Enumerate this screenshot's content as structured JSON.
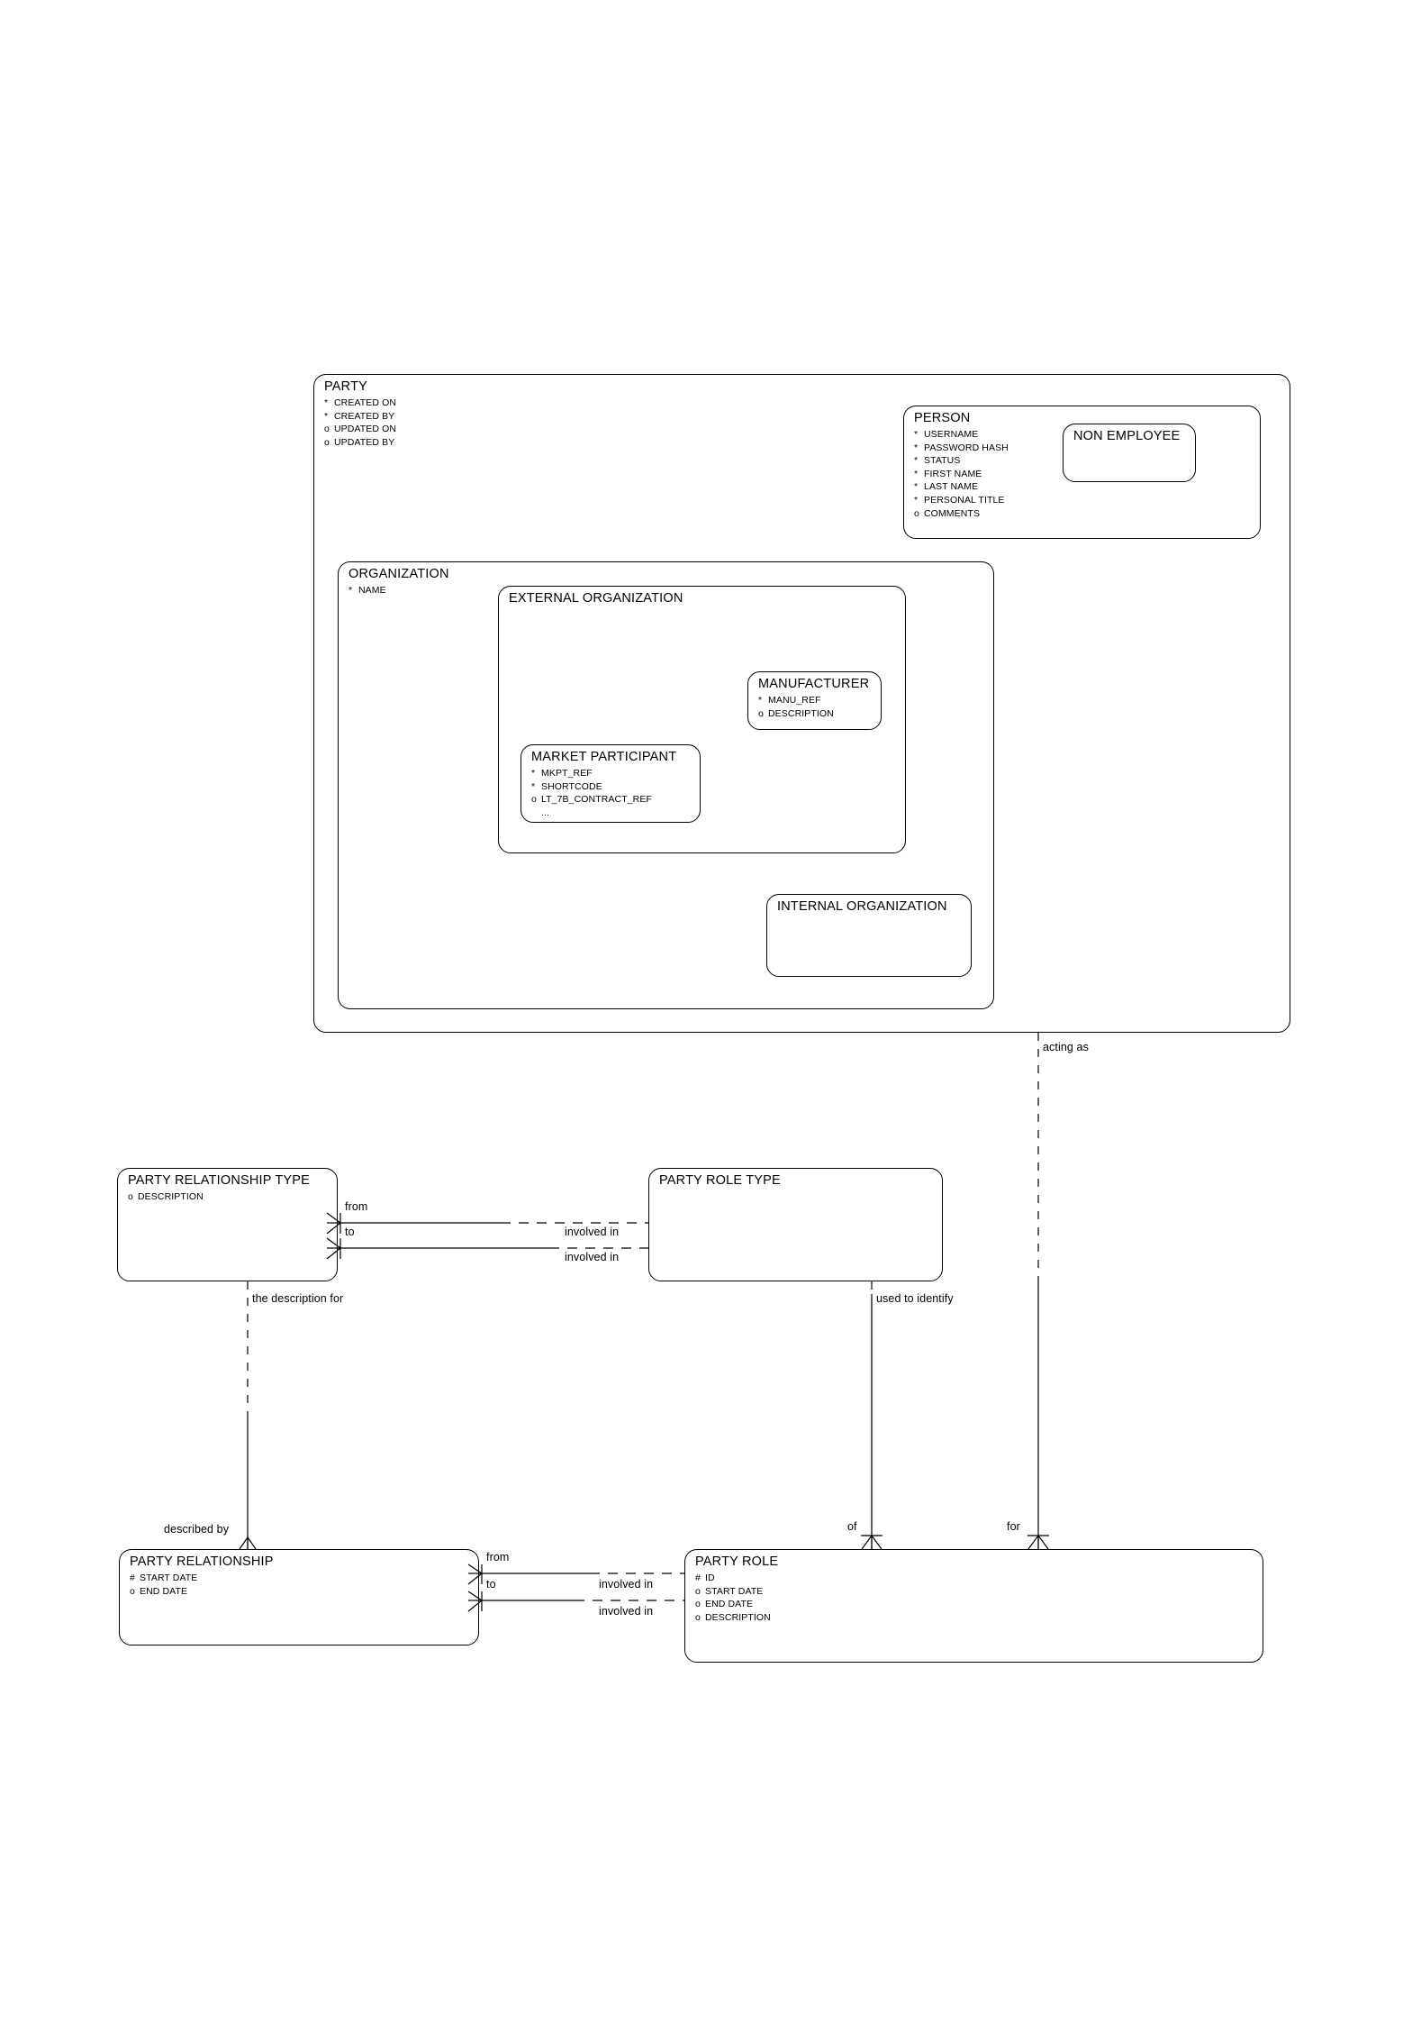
{
  "diagram": {
    "notation": "barker-er",
    "entities": [
      {
        "id": "party",
        "title": "PARTY",
        "attributes": [
          {
            "marker": "*",
            "name": "CREATED ON"
          },
          {
            "marker": "*",
            "name": "CREATED BY"
          },
          {
            "marker": "o",
            "name": "UPDATED ON"
          },
          {
            "marker": "o",
            "name": "UPDATED BY"
          }
        ]
      },
      {
        "id": "person",
        "title": "PERSON",
        "attributes": [
          {
            "marker": "*",
            "name": "USERNAME"
          },
          {
            "marker": "*",
            "name": "PASSWORD HASH"
          },
          {
            "marker": "*",
            "name": "STATUS"
          },
          {
            "marker": "*",
            "name": "FIRST NAME"
          },
          {
            "marker": "*",
            "name": "LAST NAME"
          },
          {
            "marker": "*",
            "name": "PERSONAL TITLE"
          },
          {
            "marker": "o",
            "name": "COMMENTS"
          }
        ]
      },
      {
        "id": "non-employee",
        "title": "NON EMPLOYEE",
        "attributes": []
      },
      {
        "id": "organization",
        "title": "ORGANIZATION",
        "attributes": [
          {
            "marker": "*",
            "name": "NAME"
          }
        ]
      },
      {
        "id": "external-organization",
        "title": "EXTERNAL ORGANIZATION",
        "attributes": []
      },
      {
        "id": "manufacturer",
        "title": "MANUFACTURER",
        "attributes": [
          {
            "marker": "*",
            "name": "MANU_REF"
          },
          {
            "marker": "o",
            "name": "DESCRIPTION"
          }
        ]
      },
      {
        "id": "market-participant",
        "title": "MARKET PARTICIPANT",
        "attributes": [
          {
            "marker": "*",
            "name": "MKPT_REF"
          },
          {
            "marker": "*",
            "name": "SHORTCODE"
          },
          {
            "marker": "o",
            "name": "LT_7B_CONTRACT_REF"
          },
          {
            "marker": "",
            "name": "..."
          }
        ]
      },
      {
        "id": "internal-organization",
        "title": "INTERNAL ORGANIZATION",
        "attributes": []
      },
      {
        "id": "party-relationship-type",
        "title": "PARTY RELATIONSHIP TYPE",
        "attributes": [
          {
            "marker": "o",
            "name": "DESCRIPTION"
          }
        ]
      },
      {
        "id": "party-role-type",
        "title": "PARTY ROLE TYPE",
        "attributes": []
      },
      {
        "id": "party-relationship",
        "title": "PARTY RELATIONSHIP",
        "attributes": [
          {
            "marker": "#",
            "name": "START DATE"
          },
          {
            "marker": "o",
            "name": "END DATE"
          }
        ]
      },
      {
        "id": "party-role",
        "title": "PARTY ROLE",
        "attributes": [
          {
            "marker": "#",
            "name": "ID"
          },
          {
            "marker": "o",
            "name": "START DATE"
          },
          {
            "marker": "o",
            "name": "END DATE"
          },
          {
            "marker": "o",
            "name": "DESCRIPTION"
          }
        ]
      }
    ],
    "relationship_labels": [
      {
        "id": "acting-as",
        "text": "acting as"
      },
      {
        "id": "prt-from",
        "text": "from"
      },
      {
        "id": "prt-to",
        "text": "to"
      },
      {
        "id": "prt-involved-in-1",
        "text": "involved in"
      },
      {
        "id": "prt-involved-in-2",
        "text": "involved in"
      },
      {
        "id": "the-description-for",
        "text": "the description for"
      },
      {
        "id": "used-to-identify",
        "text": "used to identify"
      },
      {
        "id": "described-by",
        "text": "described by"
      },
      {
        "id": "pr-from",
        "text": "from"
      },
      {
        "id": "pr-to",
        "text": "to"
      },
      {
        "id": "pr-involved-in-1",
        "text": "involved in"
      },
      {
        "id": "pr-involved-in-2",
        "text": "involved in"
      },
      {
        "id": "of",
        "text": "of"
      },
      {
        "id": "for",
        "text": "for"
      }
    ]
  }
}
